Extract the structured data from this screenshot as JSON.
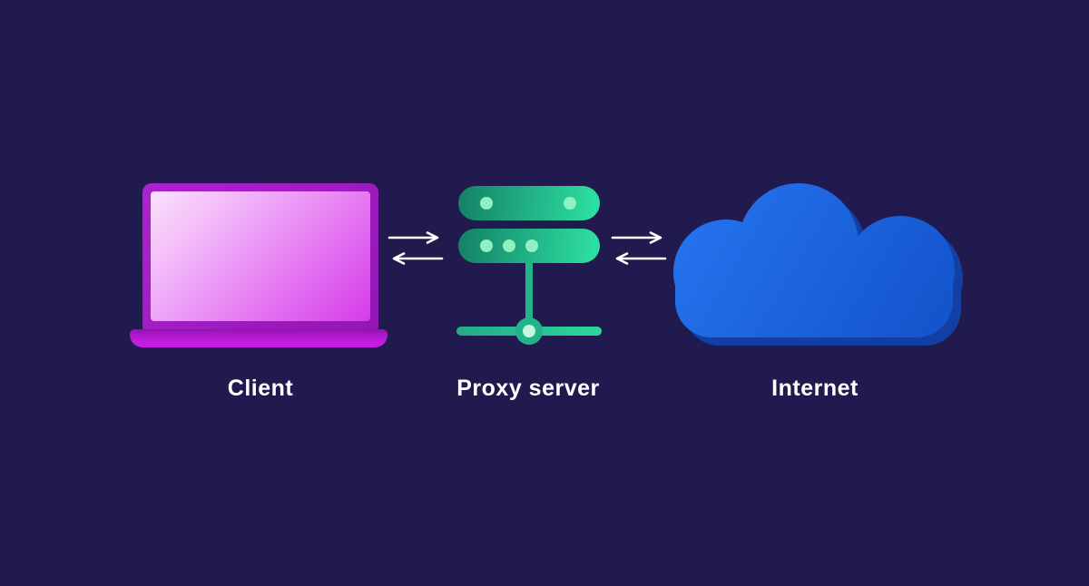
{
  "diagram": {
    "type": "network-flow",
    "nodes": [
      {
        "id": "client",
        "label": "Client",
        "icon": "laptop-icon"
      },
      {
        "id": "proxy",
        "label": "Proxy server",
        "icon": "server-icon"
      },
      {
        "id": "internet",
        "label": "Internet",
        "icon": "cloud-icon"
      }
    ],
    "links": [
      {
        "from": "Client",
        "to": "Proxy server",
        "direction": "bidirectional"
      },
      {
        "from": "Proxy server",
        "to": "Internet",
        "direction": "bidirectional"
      }
    ],
    "colors": {
      "background": "#211a4e",
      "label_text": "#ffffff",
      "arrow": "#ffffff",
      "laptop_frame_start": "#ad22cf",
      "laptop_frame_end": "#9316b4",
      "laptop_screen_start": "#fae3fc",
      "laptop_screen_mid": "#ea8df5",
      "laptop_screen_end": "#d63bea",
      "laptop_base_top": "#8f13ae",
      "laptop_base_bottom": "#c51ce0",
      "server_start": "#148066",
      "server_end": "#2ee3a4",
      "server_dot": "#8ff0c2",
      "server_stem": "#22b489",
      "server_node_inner": "#c6f6dc",
      "cloud_light_start": "#2472ec",
      "cloud_light_end": "#1353cb",
      "cloud_shadow": "#123fa4"
    }
  }
}
